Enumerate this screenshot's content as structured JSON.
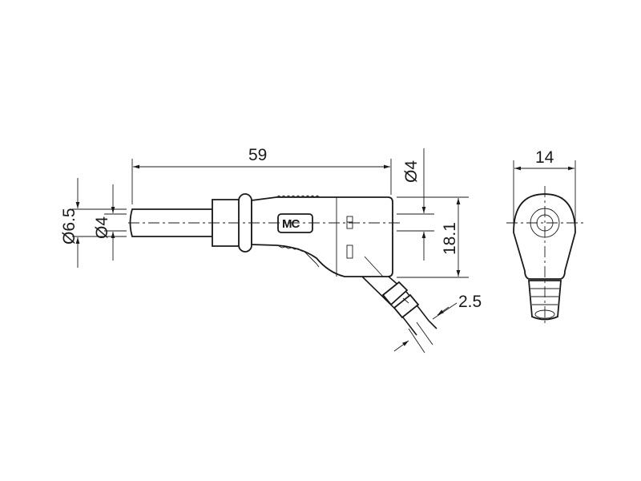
{
  "dimensions": {
    "overall_length": "59",
    "outer_diameter": "Ø6.5",
    "pin_diameter": "Ø4",
    "socket_diameter": "Ø4",
    "body_height": "18.1",
    "cable_diameter": "2.5",
    "body_width": "14"
  },
  "logo": "MC",
  "colors": {
    "line": "#1a1a1a",
    "background": "#ffffff"
  }
}
